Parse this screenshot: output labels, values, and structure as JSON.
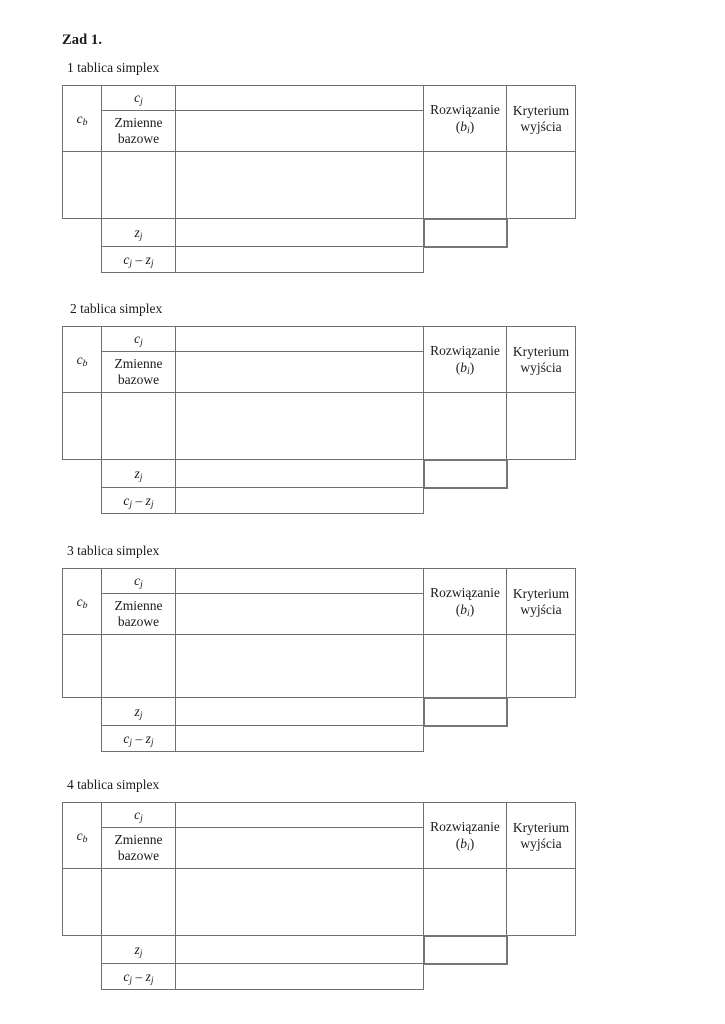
{
  "document": {
    "title": "Zad 1.",
    "language": "pl"
  },
  "labels": {
    "cb": "c",
    "cb_sub": "b",
    "cj": "c",
    "cj_sub": "j",
    "zj": "z",
    "zj_sub": "j",
    "minus": "–",
    "basic_variables": "Zmienne bazowe",
    "solution_line1": "Rozwiązanie",
    "solution_line2_open": "(",
    "solution_line2_var": "b",
    "solution_line2_sub": "i",
    "solution_line2_close": ")",
    "exit_criterion_line1": "Kryterium",
    "exit_criterion_line2": "wyjścia"
  },
  "tables": [
    {
      "caption": "1 tablica simplex"
    },
    {
      "caption": "2 tablica simplex"
    },
    {
      "caption": "3 tablica simplex"
    },
    {
      "caption": "4 tablica simplex"
    }
  ],
  "colors": {
    "page_background": "#ffffff",
    "text": "#1a1a1a",
    "grid_line": "#6f6f6f",
    "highlight_border": "#757575"
  }
}
